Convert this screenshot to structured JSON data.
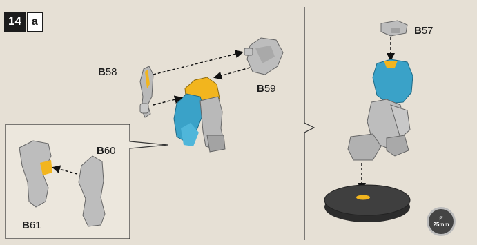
{
  "step": {
    "number": "14",
    "sub": "a"
  },
  "parts": {
    "b57": {
      "prefix": "B",
      "num": "57"
    },
    "b58": {
      "prefix": "B",
      "num": "58"
    },
    "b59": {
      "prefix": "B",
      "num": "59"
    },
    "b60": {
      "prefix": "B",
      "num": "60"
    },
    "b61": {
      "prefix": "B",
      "num": "61"
    }
  },
  "base": {
    "symbol": "ø",
    "size": "25mm"
  },
  "colors": {
    "background": "#e6e0d5",
    "metal": "#b9b9b9",
    "cyan": "#3aa2c8",
    "yellow": "#f2b51e",
    "base": "#3a3a3a"
  }
}
